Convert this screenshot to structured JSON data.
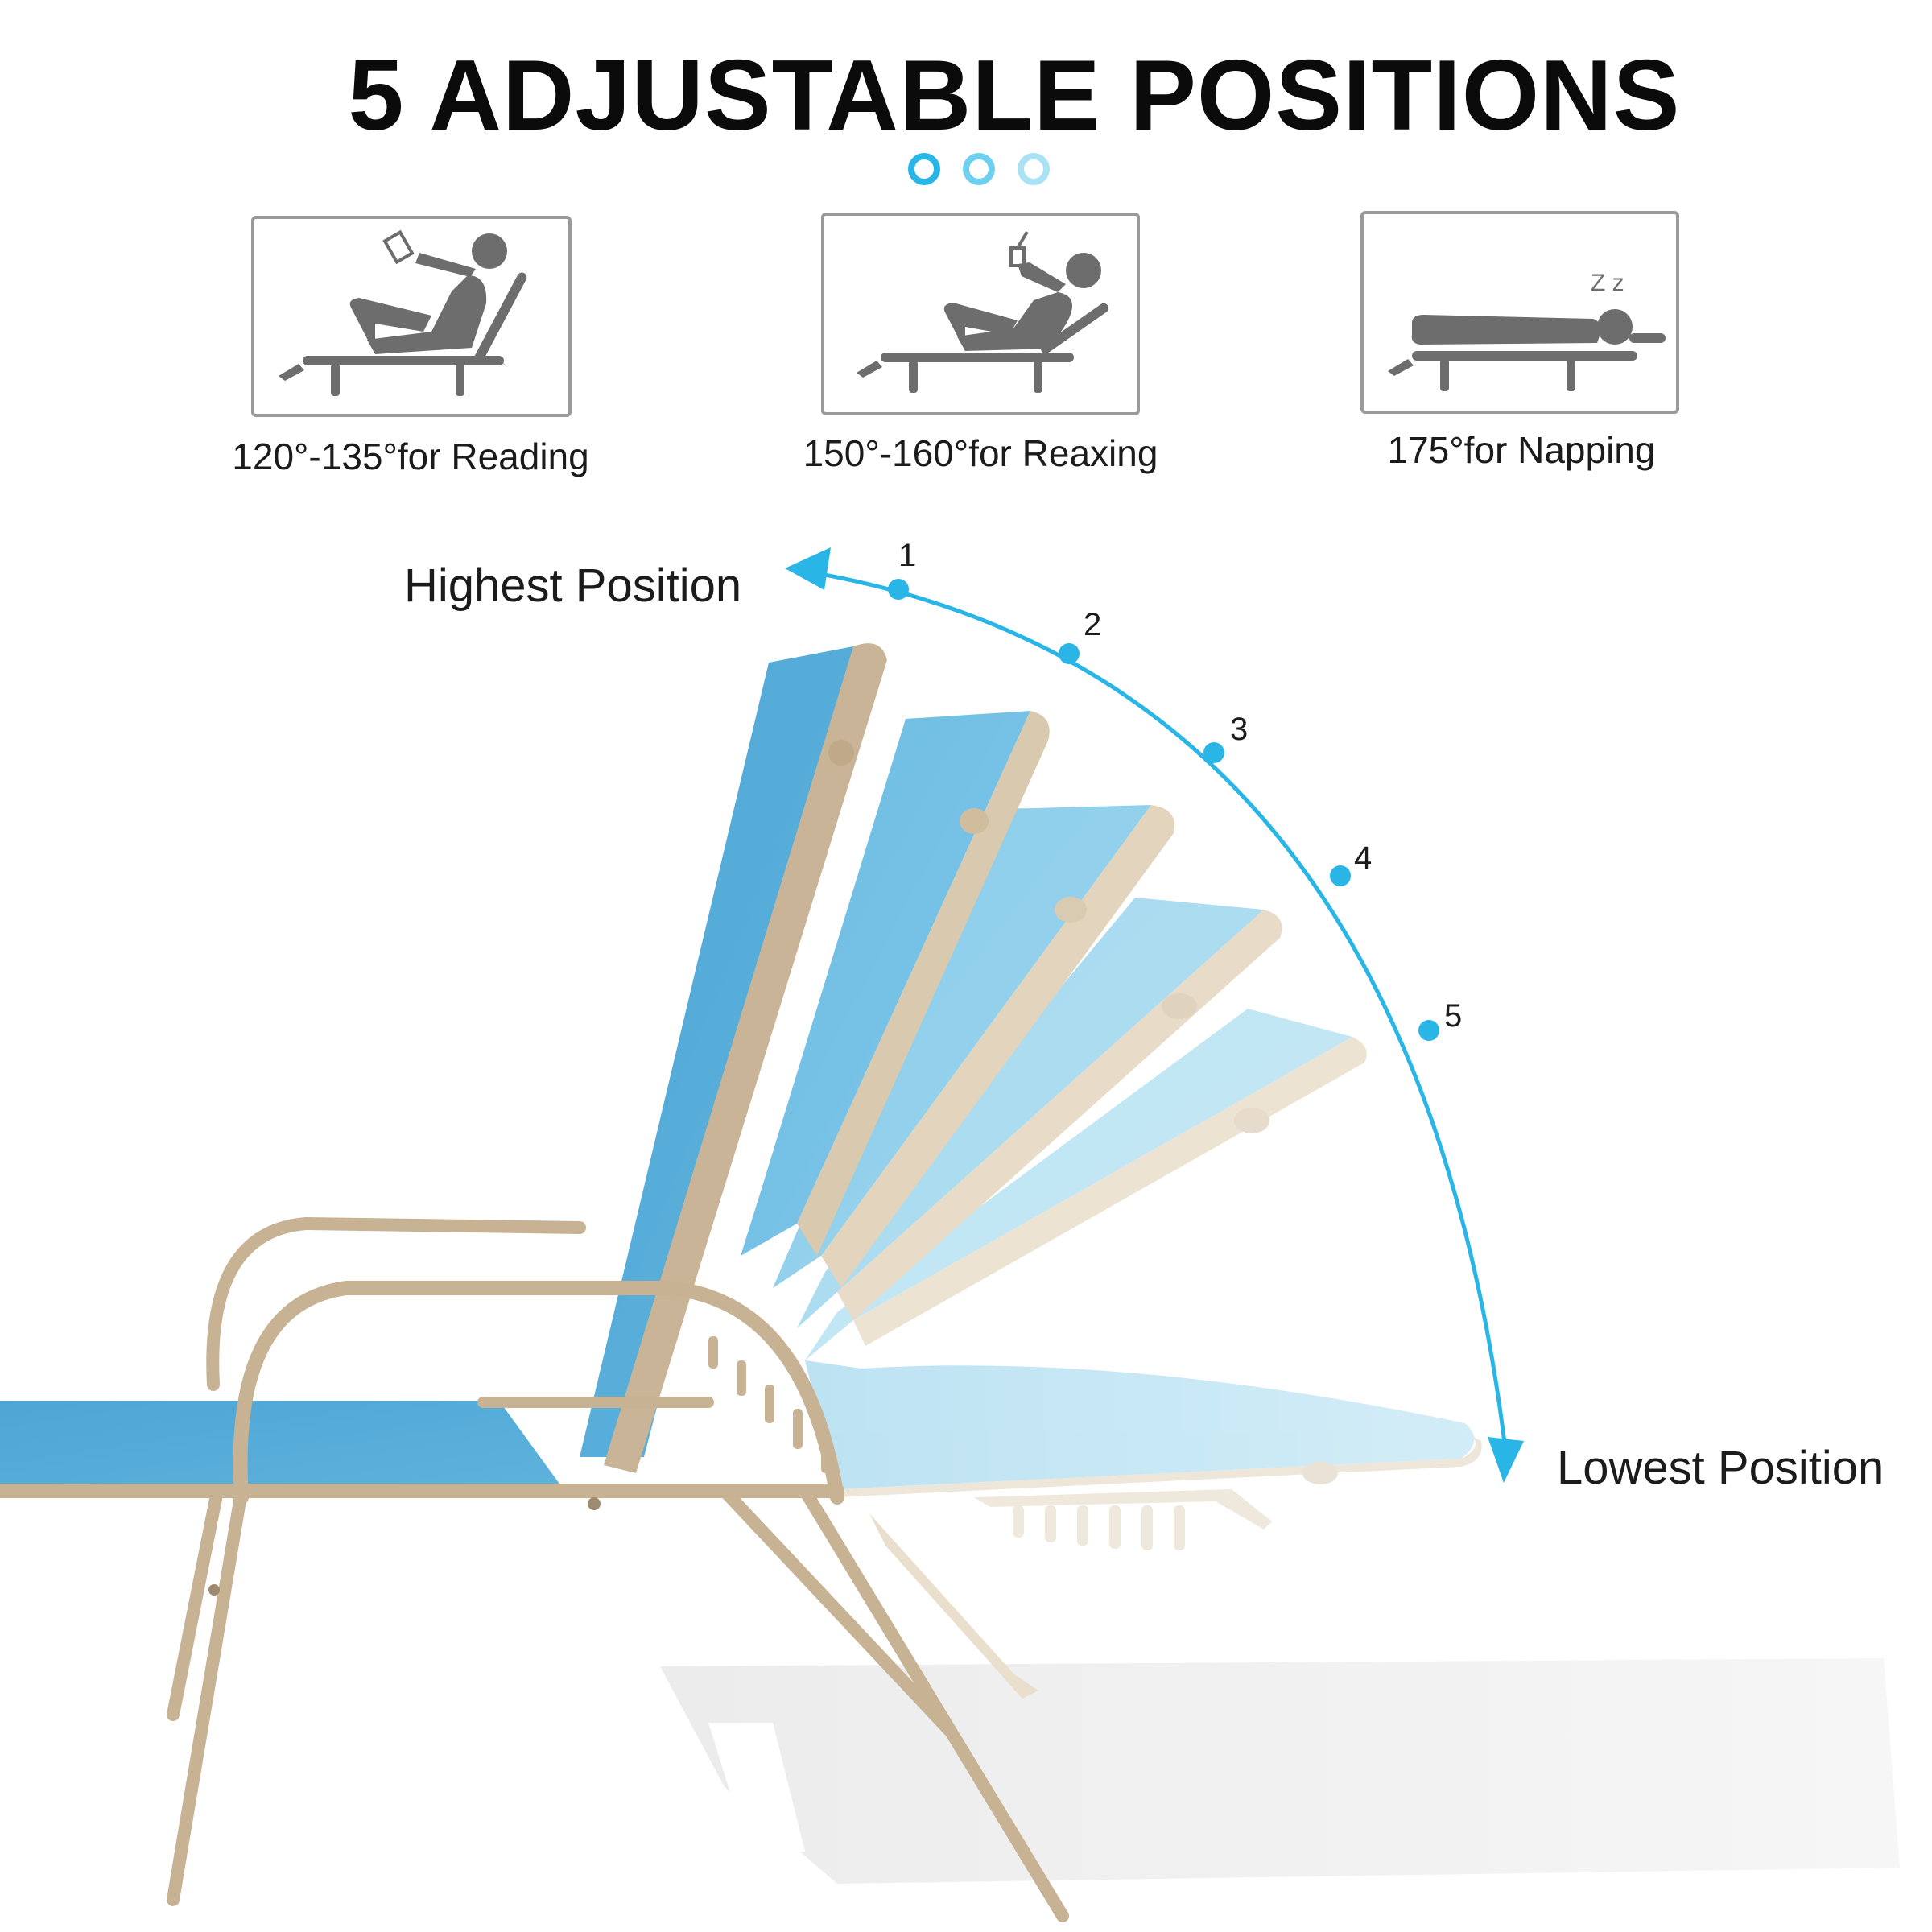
{
  "title": "5 ADJUSTABLE POSITIONS",
  "accent_color": "#29b6e6",
  "cards": [
    {
      "icon": "reading-person-icon",
      "caption": "120°-135°for Reading"
    },
    {
      "icon": "relaxing-person-icon",
      "caption": "150°-160°for Reaxing"
    },
    {
      "icon": "napping-person-icon",
      "caption": "175°for Napping",
      "zz": "Z z"
    }
  ],
  "arc": {
    "highest_label": "Highest Position",
    "lowest_label": "Lowest Position",
    "positions": [
      "1",
      "2",
      "3",
      "4",
      "5"
    ]
  }
}
